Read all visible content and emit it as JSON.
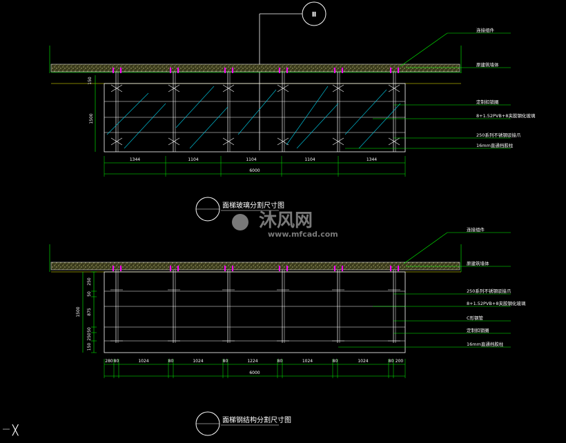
{
  "colors": {
    "background": "#000000",
    "outline": "#ffffff",
    "slab": "#808040",
    "dimension": "#00ff00",
    "glass": "#00bcd4",
    "leader": "#00ff00",
    "bolt": "#ff00ff",
    "watermark": "#8f8f8f"
  },
  "elevation_tag": "Ⅱ",
  "top_view": {
    "title": "面梯玻璃分割尺寸图",
    "dims": [
      "1344",
      "1104",
      "1104",
      "1104",
      "1344"
    ],
    "total": "6000",
    "left_dim": "1500",
    "top_dim": "150",
    "labels": [
      "连接组件",
      "原建筑墙体",
      "定制扣锁圈",
      "8+1.52PVB+8夹胶钢化玻璃",
      "250系列不锈钢驳接爪",
      "16mm直通挡胶柱"
    ]
  },
  "bottom_view": {
    "title": "面梯钢结构分割尺寸图",
    "dims": [
      "280",
      "80",
      "1024",
      "80",
      "1024",
      "80",
      "1224",
      "80",
      "1024",
      "80",
      "1024",
      "80",
      "200"
    ],
    "total": "6000",
    "left_dims": [
      "250",
      "50",
      "875",
      "50",
      "250",
      "150"
    ],
    "left_total": "1500",
    "labels": [
      "连接组件",
      "原建筑墙体",
      "250系列不锈钢驳接爪",
      "8+1.52PVB+8夹胶钢化玻璃",
      "C形钢管",
      "定制扣锁圈",
      "16mm直通挡胶柱"
    ]
  },
  "watermark": {
    "brand": "沐风网",
    "url": "www.mfcad.com"
  },
  "corner_glyph": "╳"
}
